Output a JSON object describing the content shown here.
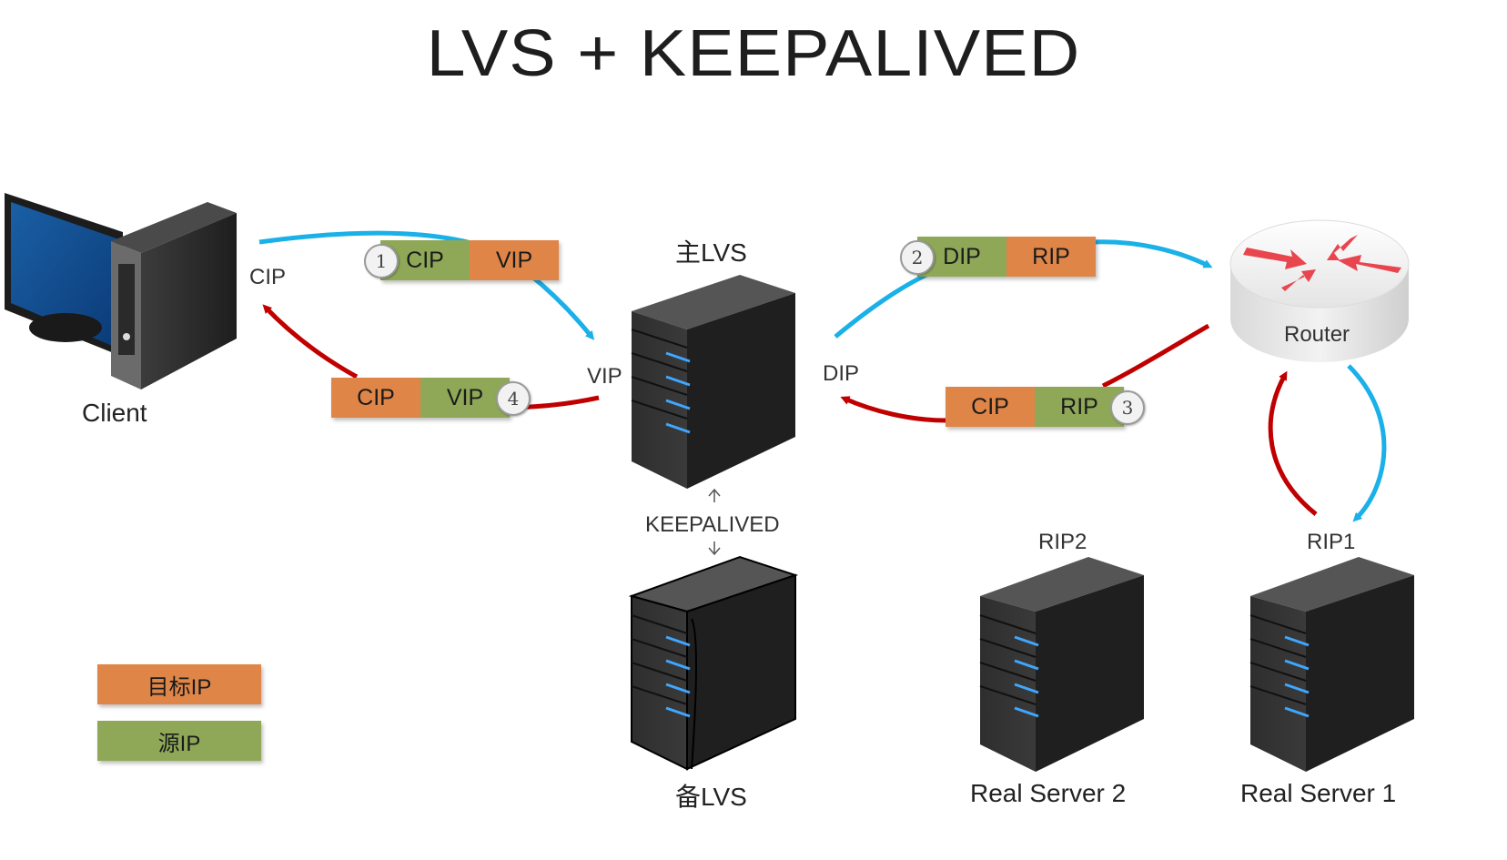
{
  "title": "LVS + KEEPALIVED",
  "nodes": {
    "client": "Client",
    "master_lvs": "主LVS",
    "backup_lvs": "备LVS",
    "router": "Router",
    "real_server_2": "Real Server 2",
    "real_server_1": "Real Server 1"
  },
  "address_labels": {
    "cip": "CIP",
    "vip": "VIP",
    "dip": "DIP",
    "rip1": "RIP1",
    "rip2": "RIP2",
    "keepalived": "KEEPALIVED"
  },
  "packets": [
    {
      "step": "1",
      "source": "CIP",
      "destination": "VIP"
    },
    {
      "step": "2",
      "source": "DIP",
      "destination": "RIP"
    },
    {
      "step": "3",
      "source": "RIP",
      "destination": "CIP"
    },
    {
      "step": "4",
      "source": "VIP",
      "destination": "CIP"
    }
  ],
  "legend": {
    "destination_ip": "目标IP",
    "source_ip": "源IP"
  },
  "colors": {
    "request_arrow": "#1ab0e8",
    "response_arrow": "#c00000",
    "source_ip": "#8fa858",
    "destination_ip": "#df8548"
  }
}
